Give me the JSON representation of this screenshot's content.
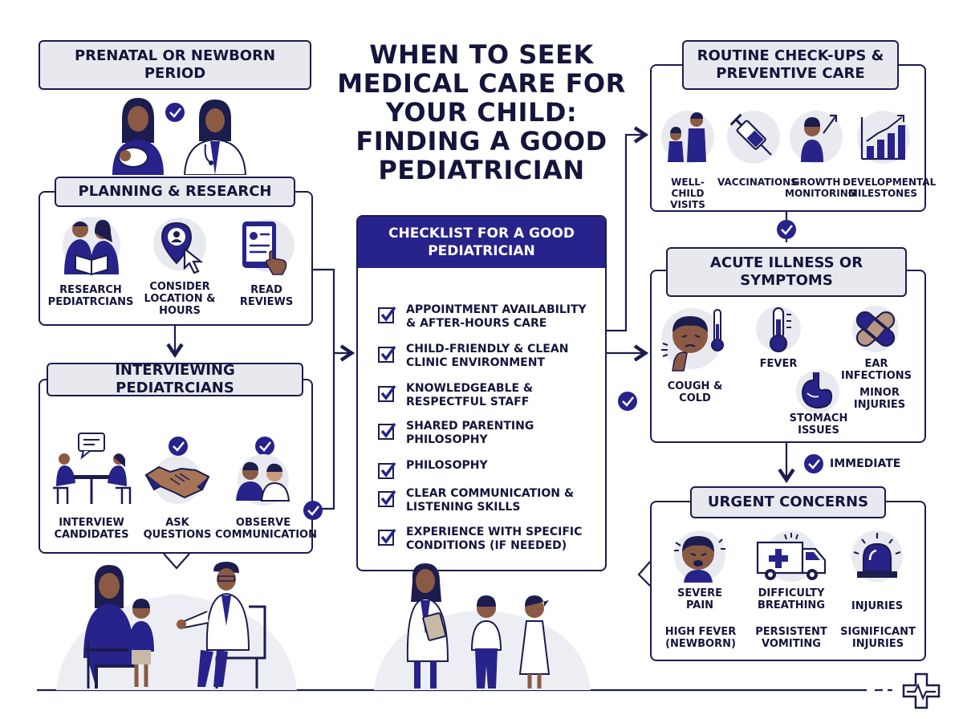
{
  "title": "WHEN TO SEEK MEDICAL CARE FOR YOUR CHILD: FINDING A GOOD PEDIATRICIAN",
  "colors": {
    "navy": "#27238a",
    "ink": "#14143c",
    "header_bg": "#e8e9ef",
    "circle_bg": "#e9eaf0"
  },
  "left": {
    "prenatal": {
      "header": "PRENATAL OR NEWBORN PERIOD"
    },
    "planning": {
      "header": "PLANNING & RESEARCH",
      "items": [
        {
          "label": "RESEARCH PEDIATRCIANS",
          "icon": "family-reading-icon"
        },
        {
          "label": "CONSIDER LOCATION & HOURS",
          "icon": "location-pin-icon"
        },
        {
          "label": "READ REVIEWS",
          "icon": "tablet-reviews-icon"
        }
      ]
    },
    "interviewing": {
      "header": "INTERVIEWING PEDIATRCIANS",
      "items": [
        {
          "label": "INTERVIEW CANDIDATES",
          "icon": "interview-table-icon"
        },
        {
          "label": "ASK QUESTIONS",
          "icon": "handshake-icon"
        },
        {
          "label": "OBSERVE COMMUNICATION",
          "icon": "two-people-icon"
        }
      ]
    }
  },
  "checklist": {
    "header": "CHECKLIST FOR A GOOD PEDIATRICIAN",
    "items": [
      "APPOINTMENT AVAILABILITY & AFTER-HOURS CARE",
      "CHILD-FRIENDLY & CLEAN CLINIC ENVIRONMENT",
      "KNOWLEDGEABLE & RESPECTFUL STAFF",
      "SHARED PARENTING PHILOSOPHY",
      "PHILOSOPHY",
      "CLEAR COMMUNICATION & LISTENING SKILLS",
      "EXPERIENCE WITH SPECIFIC CONDITIONS (IF NEEDED)"
    ]
  },
  "right": {
    "routine": {
      "header": "ROUTINE CHECK-UPS & PREVENTIVE CARE",
      "items": [
        {
          "label": "WELL-CHILD VISITS",
          "icon": "parent-child-icon"
        },
        {
          "label": "VACCINATIONS",
          "icon": "syringe-icon"
        },
        {
          "label": "GROWTH MONITORING",
          "icon": "growing-child-icon"
        },
        {
          "label": "DEVELOPMENTAL MILESTONES",
          "icon": "bar-chart-icon"
        }
      ]
    },
    "acute": {
      "header": "ACUTE ILLNESS OR SYMPTOMS",
      "items": [
        {
          "label": "COUGH & COLD",
          "icon": "coughing-child-icon"
        },
        {
          "label": "FEVER",
          "icon": "thermometer-icon"
        },
        {
          "label": "EAR INFECTIONS",
          "icon": "bandage-icon"
        },
        {
          "label": "STOMACH ISSUES",
          "icon": "stomach-icon"
        },
        {
          "label": "MINOR INJURIES",
          "icon": ""
        }
      ]
    },
    "immediate_label": "IMMEDIATE",
    "urgent": {
      "header": "URGENT CONCERNS",
      "items": [
        {
          "label": "SEVERE PAIN",
          "icon": "crying-child-icon"
        },
        {
          "label": "DIFFICULTY BREATHING",
          "icon": "ambulance-icon"
        },
        {
          "label": "INJURIES",
          "icon": "siren-icon"
        },
        {
          "label": "HIGH FEVER (NEWBORN)",
          "icon": ""
        },
        {
          "label": "PERSISTENT VOMITING",
          "icon": ""
        },
        {
          "label": "SIGNIFICANT INJURIES",
          "icon": ""
        }
      ]
    }
  }
}
